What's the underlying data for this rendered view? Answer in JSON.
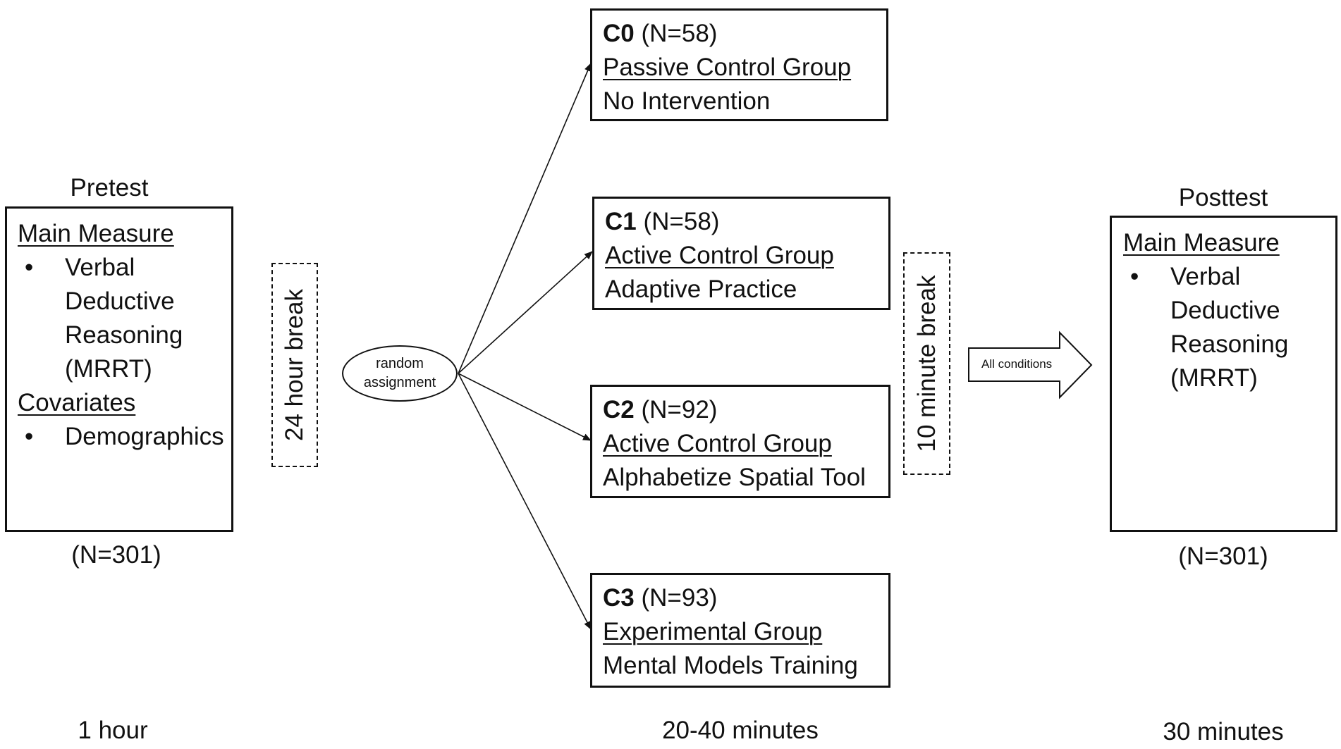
{
  "pretest": {
    "title": "Pretest",
    "main_measure": "Main Measure",
    "measure_lines": [
      "Verbal",
      "Deductive",
      "Reasoning",
      "(MRRT)"
    ],
    "covariates": "Covariates",
    "covariate_item": "Demographics",
    "bullet": "•",
    "n": "(N=301)",
    "duration": "1 hour"
  },
  "break_24": "24 hour break",
  "random_assignment": [
    "random",
    "assignment"
  ],
  "conditions": [
    {
      "code": "C0",
      "n": "(N=58)",
      "group": "Passive Control Group",
      "intervention": "No Intervention"
    },
    {
      "code": "C1",
      "n": "(N=58)",
      "group": "Active Control Group",
      "intervention": "Adaptive Practice"
    },
    {
      "code": "C2",
      "n": "(N=92)",
      "group": "Active Control Group",
      "intervention": "Alphabetize Spatial Tool"
    },
    {
      "code": "C3",
      "n": "(N=93)",
      "group": "Experimental Group",
      "intervention": "Mental Models Training"
    }
  ],
  "intervention_duration": "20-40 minutes",
  "break_10": "10 minute break",
  "all_conditions": "All conditions",
  "posttest": {
    "title": "Posttest",
    "main_measure": "Main Measure",
    "measure_lines": [
      "Verbal",
      "Deductive",
      "Reasoning",
      "(MRRT)"
    ],
    "bullet": "•",
    "n": "(N=301)",
    "duration": "30 minutes"
  }
}
